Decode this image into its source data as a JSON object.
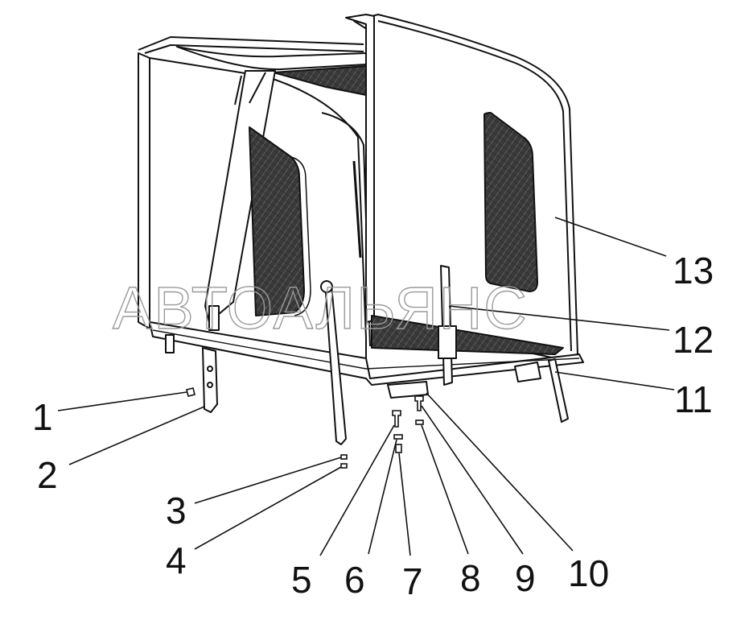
{
  "diagram": {
    "callouts": [
      {
        "id": "1",
        "label": "1"
      },
      {
        "id": "2",
        "label": "2"
      },
      {
        "id": "3",
        "label": "3"
      },
      {
        "id": "4",
        "label": "4"
      },
      {
        "id": "5",
        "label": "5"
      },
      {
        "id": "6",
        "label": "6"
      },
      {
        "id": "7",
        "label": "7"
      },
      {
        "id": "8",
        "label": "8"
      },
      {
        "id": "9",
        "label": "9"
      },
      {
        "id": "10",
        "label": "10"
      },
      {
        "id": "11",
        "label": "11"
      },
      {
        "id": "12",
        "label": "12"
      },
      {
        "id": "13",
        "label": "13"
      }
    ],
    "watermark": "АВТОАЛЬЯНС"
  }
}
